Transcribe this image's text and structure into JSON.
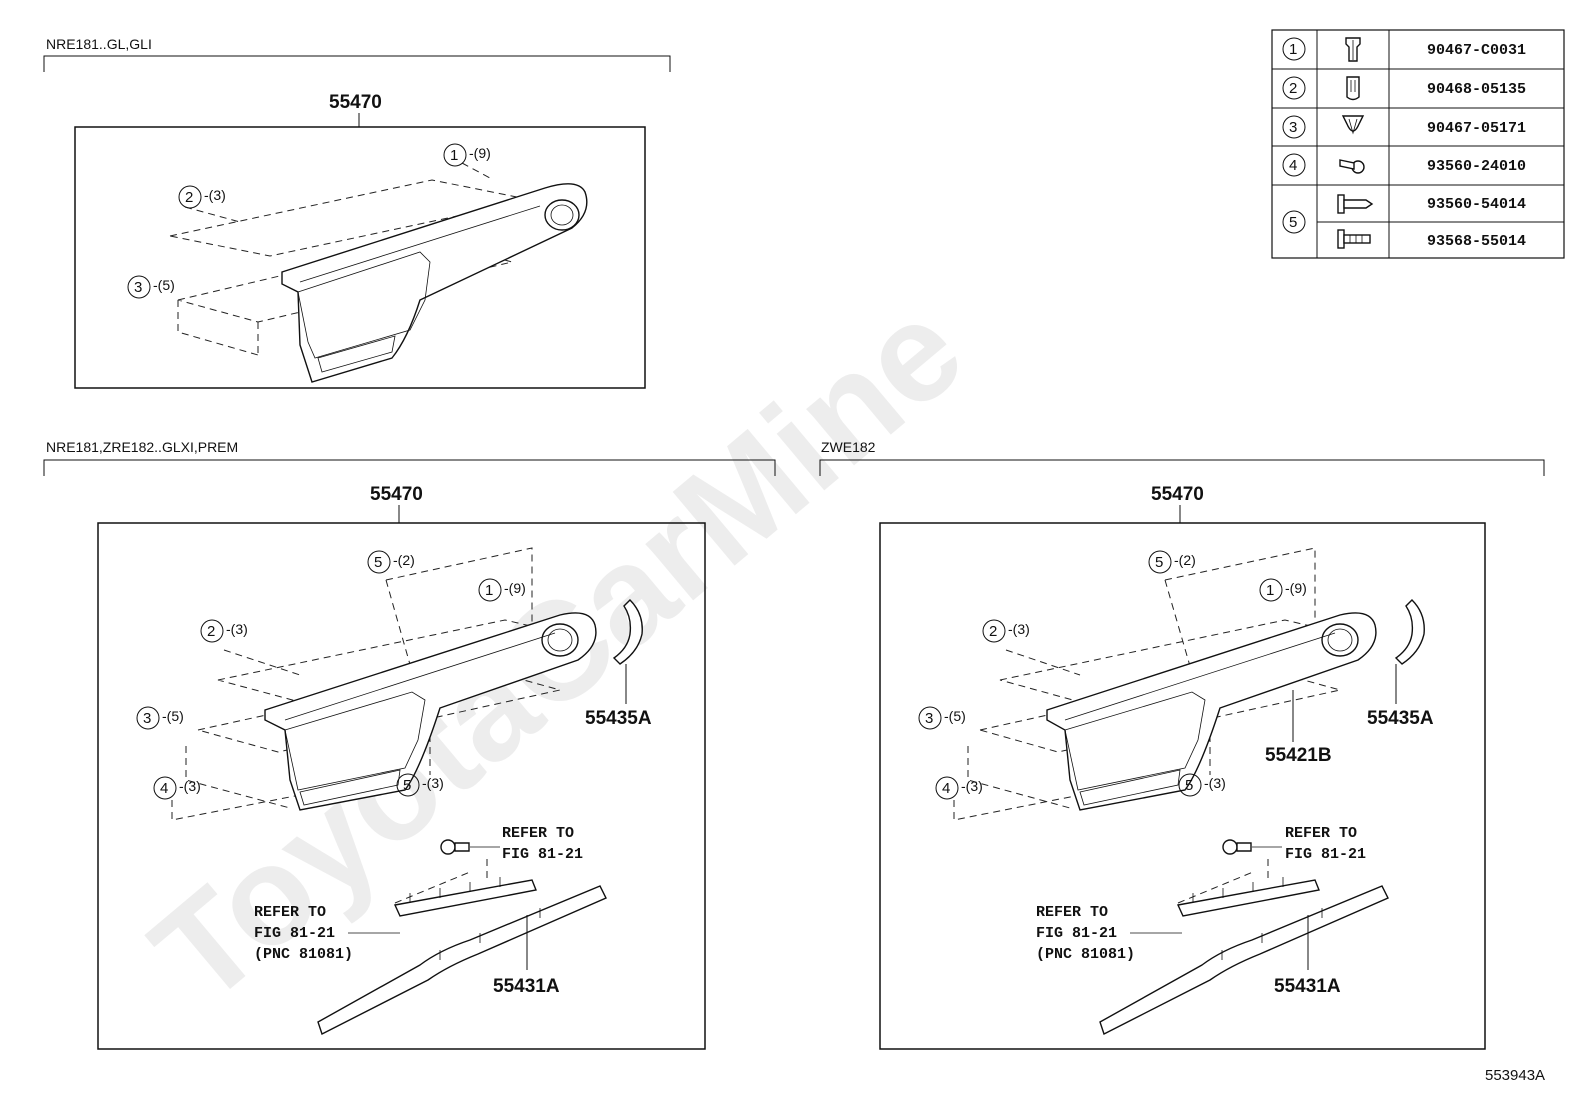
{
  "watermark": "ToyotaCarMine",
  "diagram_code": "553943A",
  "sections": [
    {
      "id": "top",
      "variant": "NRE181..GL,GLI",
      "pnc": "55470",
      "callouts": [
        {
          "num": "1",
          "qty": "-(9)"
        },
        {
          "num": "2",
          "qty": "-(3)"
        },
        {
          "num": "3",
          "qty": "-(5)"
        }
      ]
    },
    {
      "id": "left",
      "variant": "NRE181,ZRE182..GLXI,PREM",
      "pnc": "55470",
      "callouts": [
        {
          "num": "5",
          "qty": "-(2)"
        },
        {
          "num": "1",
          "qty": "-(9)"
        },
        {
          "num": "2",
          "qty": "-(3)"
        },
        {
          "num": "3",
          "qty": "-(5)"
        },
        {
          "num": "4",
          "qty": "-(3)"
        },
        {
          "num": "5",
          "qty": "-(3)"
        }
      ],
      "parts": [
        "55435A",
        "55431A"
      ],
      "refer_upper": [
        "REFER TO",
        "FIG 81-21"
      ],
      "refer_lower": [
        "REFER TO",
        "FIG 81-21",
        "(PNC 81081)"
      ]
    },
    {
      "id": "right",
      "variant": "ZWE182",
      "pnc": "55470",
      "callouts": [
        {
          "num": "5",
          "qty": "-(2)"
        },
        {
          "num": "1",
          "qty": "-(9)"
        },
        {
          "num": "2",
          "qty": "-(3)"
        },
        {
          "num": "3",
          "qty": "-(5)"
        },
        {
          "num": "4",
          "qty": "-(3)"
        },
        {
          "num": "5",
          "qty": "-(3)"
        }
      ],
      "parts": [
        "55435A",
        "55421B",
        "55431A"
      ],
      "refer_upper": [
        "REFER TO",
        "FIG 81-21"
      ],
      "refer_lower": [
        "REFER TO",
        "FIG 81-21",
        "(PNC 81081)"
      ]
    }
  ],
  "fastener_table": [
    {
      "num": "1",
      "icon": "clip-icon",
      "part_numbers": [
        "90467-C0031"
      ]
    },
    {
      "num": "2",
      "icon": "clip-icon",
      "part_numbers": [
        "90468-05135"
      ]
    },
    {
      "num": "3",
      "icon": "clip-icon",
      "part_numbers": [
        "90467-05171"
      ]
    },
    {
      "num": "4",
      "icon": "bolt-icon",
      "part_numbers": [
        "93560-24010"
      ]
    },
    {
      "num": "5",
      "icon": "screw-icon",
      "part_numbers": [
        "93560-54014",
        "93568-55014"
      ]
    }
  ]
}
